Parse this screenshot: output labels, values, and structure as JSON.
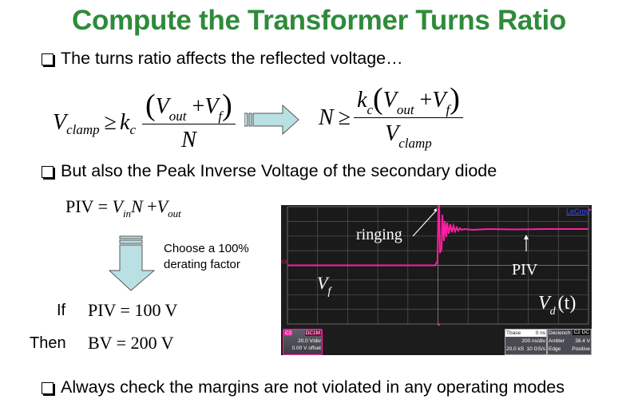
{
  "slide": {
    "title": "Compute the Transformer Turns Ratio",
    "bullets": [
      "The turns ratio affects the reflected voltage…",
      "But also the Peak Inverse Voltage of the secondary diode",
      "Always check the margins are not violated in any operating modes"
    ],
    "equation1": {
      "lhs_var": "V",
      "lhs_sub": "clamp",
      "rel": "≥",
      "k": "k",
      "k_sub": "c",
      "num_v1": "V",
      "num_v1_sub": "out",
      "plus": "+",
      "num_v2": "V",
      "num_v2_sub": "f",
      "den": "N"
    },
    "equation2": {
      "lhs": "N",
      "rel": "≥",
      "k": "k",
      "k_sub": "c",
      "num_v1": "V",
      "num_v1_sub": "out",
      "plus": "+",
      "num_v2": "V",
      "num_v2_sub": "f",
      "den_v": "V",
      "den_sub": "clamp"
    },
    "piv_equation": {
      "lhs": "PIV",
      "eq": "=",
      "v1": "V",
      "v1_sub": "in",
      "n": "N",
      "plus": "+",
      "v2": "V",
      "v2_sub": "out"
    },
    "derating_note": [
      "Choose a 100%",
      "derating factor"
    ],
    "if_label": "If",
    "if_expr": "PIV = 100 V",
    "then_label": "Then",
    "then_expr": "BV = 200 V",
    "colors": {
      "title": "#2e8b3a",
      "arrow_fill": "#b9e0e3",
      "trace": "#ff1fa0"
    }
  },
  "scope": {
    "brand": "LeCroy",
    "channel_marker": "C2",
    "annotations": {
      "ringing": "ringing",
      "piv": "PIV",
      "vf": "V",
      "vf_sub": "f",
      "vd": "V",
      "vd_sub": "d",
      "vd_arg": "(t)"
    },
    "channel_panel": {
      "channel": "C2",
      "coupling": "DC1M",
      "scale": "20.0 V/div",
      "offset": "0.00 V offset"
    },
    "timebase_panel": {
      "label": "Tbase",
      "delay": "0 ns",
      "rate": "200 ns/div",
      "samples": "20.0 kS",
      "sample_rate": "10 GS/s"
    },
    "trigger_panel": {
      "label": "Déclench",
      "source": "C2 DC",
      "mode": "Arrêter",
      "level": "38.4 V",
      "type": "Edge",
      "slope": "Positive"
    }
  }
}
